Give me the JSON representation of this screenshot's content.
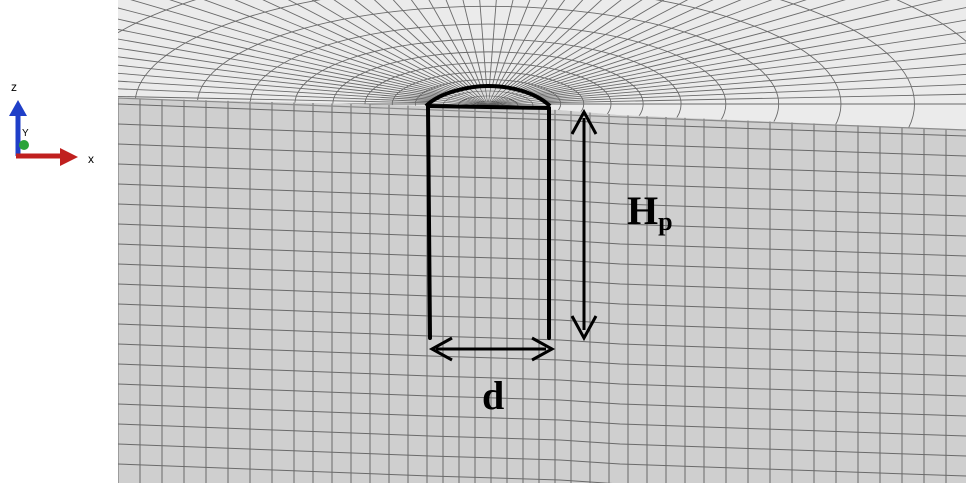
{
  "labels": {
    "height": "H",
    "height_subscript": "p",
    "diameter": "d"
  },
  "triad": {
    "z": "z",
    "y": "Y",
    "x": "x"
  },
  "colors": {
    "top_surface": "#ebebeb",
    "front_face": "#cfcfcf",
    "side_face": "#d6d6d6",
    "mesh_line": "#6a6a6a",
    "outline": "#000000",
    "axis_z": "#1f3fc8",
    "axis_x": "#c0201f",
    "axis_y": "#2aa339"
  }
}
